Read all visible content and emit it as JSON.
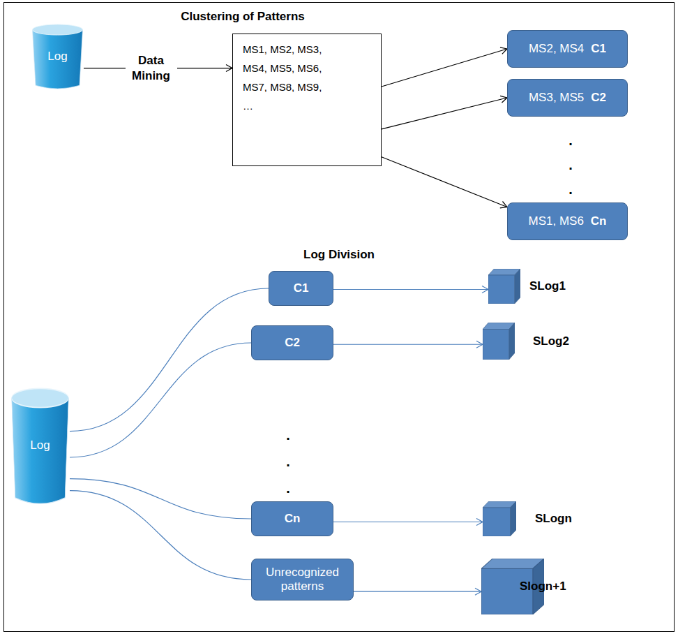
{
  "diagram": {
    "title": "Clustering of Patterns",
    "nodes": [
      {
        "text": [
          "Log"
        ]
      },
      {
        "text": [
          "MS1, MS2, MS3, MS4, MS5, MS6, MS7, MS8, MS9, …"
        ]
      },
      {
        "text": [
          "MS2, MS4",
          "C1"
        ]
      },
      {
        "text": [
          "MS3, MS5",
          "C2"
        ]
      },
      {
        "text": [
          "MS1, MS6",
          "Cn"
        ]
      },
      {
        "text": [
          "Log"
        ]
      },
      {
        "text": [
          "C1"
        ]
      },
      {
        "text": [
          "SLog1"
        ]
      },
      {
        "text": [
          "C2"
        ]
      },
      {
        "text": [
          "SLog2"
        ]
      },
      {
        "text": [
          "Cn"
        ]
      },
      {
        "text": [
          "SLogn"
        ]
      },
      {
        "text": [
          "Unrecognized patterns"
        ]
      },
      {
        "text": [
          "Slogn+1"
        ]
      }
    ],
    "edges": [
      {
        "from": 0,
        "to": 1,
        "label": "Data Mining",
        "arrow": "to"
      },
      {
        "from": 1,
        "to": 2,
        "arrow": "to"
      },
      {
        "from": 1,
        "to": 3,
        "arrow": "to"
      },
      {
        "from": 1,
        "to": 4,
        "arrow": "to"
      },
      {
        "from": 5,
        "to": 6,
        "arrow": "none"
      },
      {
        "from": 5,
        "to": 8,
        "arrow": "none"
      },
      {
        "from": 5,
        "to": 10,
        "arrow": "none"
      },
      {
        "from": 5,
        "to": 12,
        "arrow": "none"
      },
      {
        "from": 6,
        "to": 7,
        "arrow": "to"
      },
      {
        "from": 8,
        "to": 9,
        "arrow": "to"
      },
      {
        "from": 10,
        "to": 11,
        "arrow": "to"
      },
      {
        "from": 12,
        "to": 13,
        "arrow": "to"
      }
    ],
    "labels": [
      "Log Division",
      ".",
      ".",
      ".",
      ".",
      ".",
      "."
    ]
  }
}
